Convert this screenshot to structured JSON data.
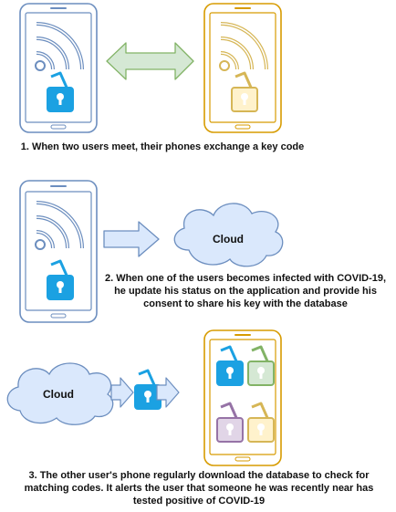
{
  "steps": [
    {
      "text": "1. When two users meet, their phones exchange a key code"
    },
    {
      "text": "2. When one of the users becomes infected with COVID-19, he update his status on the application and provide his consent to share his key with the database"
    },
    {
      "text": "3. The other user's phone  regularly download the database to check for matching codes. It alerts the user that someone he was recently near has tested positive of COVID-19"
    }
  ],
  "cloud_label": "Cloud",
  "colors": {
    "phone_blue_border": "#6c8ebf",
    "phone_blue_fill": "#dae8fc",
    "phone_orange_border": "#d79b00",
    "phone_orange_fill": "#ffe6cc",
    "wifi_blue": "#6c8ebf",
    "wifi_orange": "#d6b656",
    "lock_cyan": "#1ba1e2",
    "lock_green": "#82b366",
    "lock_green_fill": "#d5e8d4",
    "lock_purple": "#9673a6",
    "lock_purple_fill": "#e1d5e7",
    "lock_yellow": "#d6b656",
    "lock_yellow_fill": "#fff2cc",
    "arrow_green_border": "#82b366",
    "arrow_green_fill": "#d5e8d4",
    "arrow_blue_border": "#6c8ebf",
    "arrow_blue_fill": "#dae8fc",
    "cloud_border": "#6c8ebf",
    "cloud_fill": "#dae8fc"
  }
}
